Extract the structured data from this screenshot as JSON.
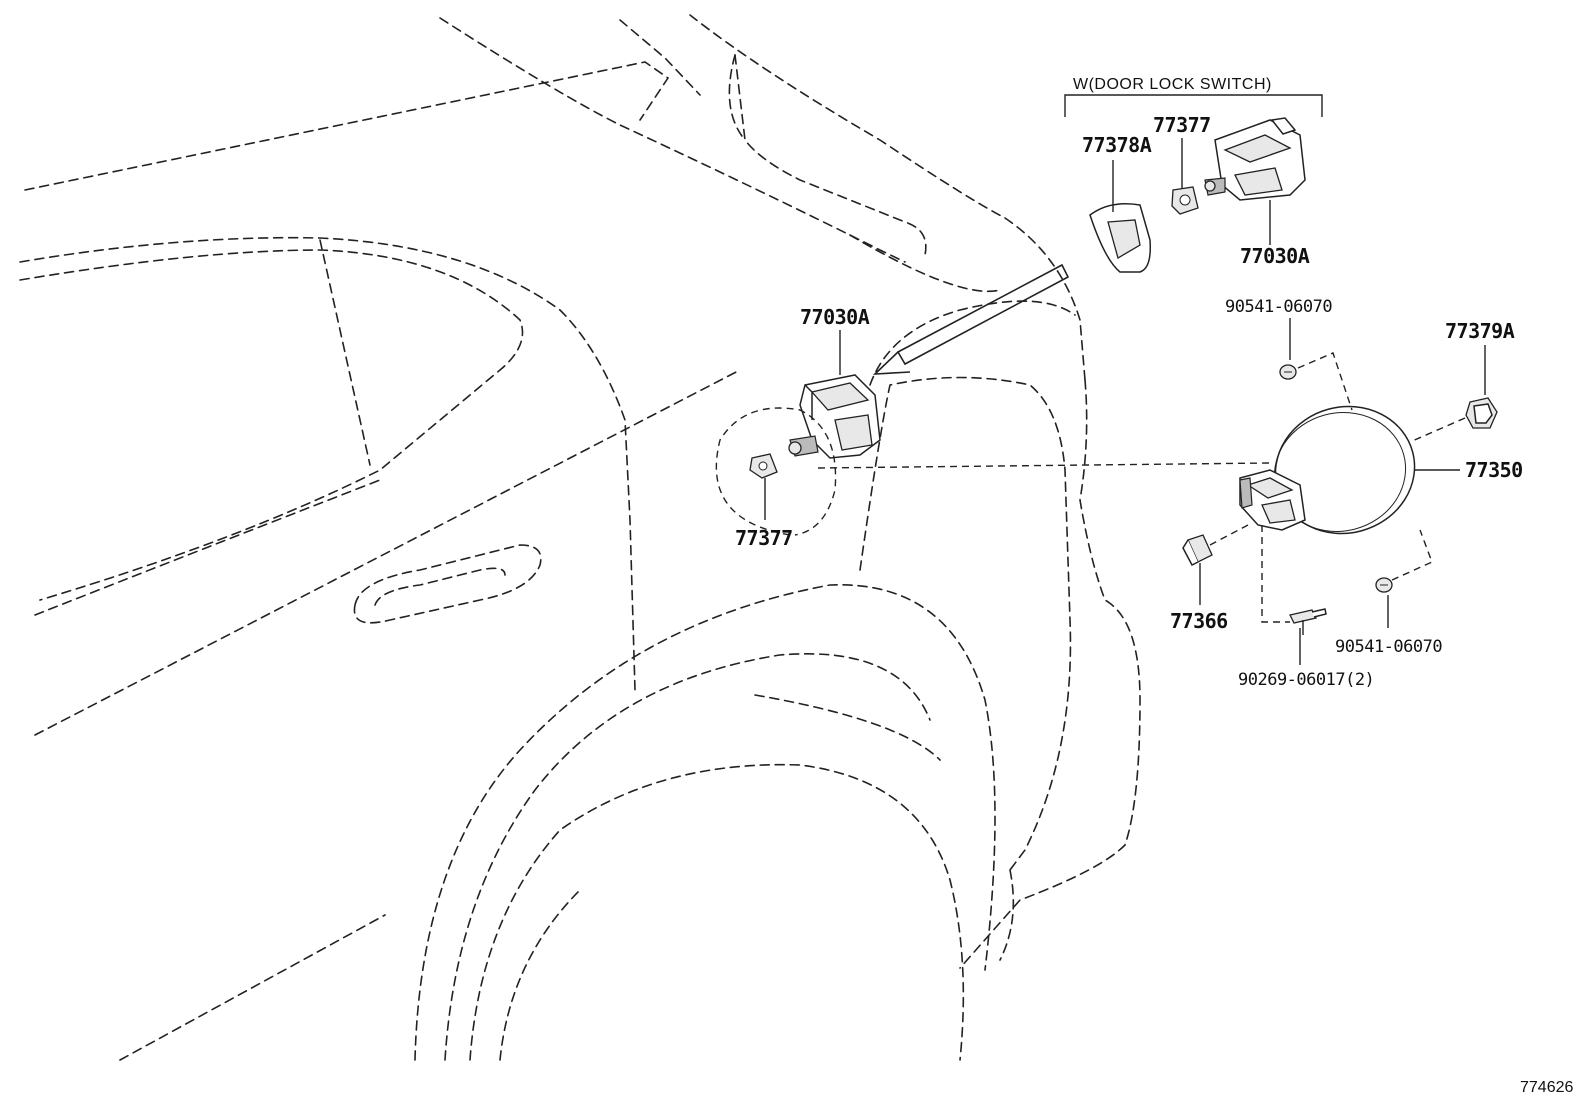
{
  "callouts": {
    "condition_note": "W(DOOR LOCK SWITCH)",
    "p77378A": "77378A",
    "p77377_top": "77377",
    "p77030A_top": "77030A",
    "p90541_top": "90541-06070",
    "p77379A": "77379A",
    "p77030A_main": "77030A",
    "p77350": "77350",
    "p77377_main": "77377",
    "p77366": "77366",
    "p90541_bottom": "90541-06070",
    "p90269": "90269-06017(2)"
  },
  "illustration_id": "774626"
}
